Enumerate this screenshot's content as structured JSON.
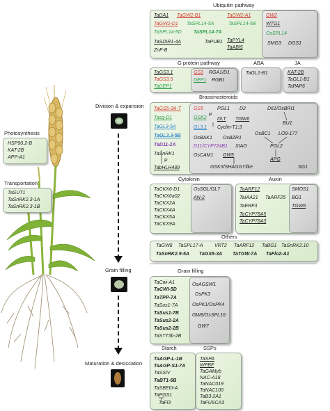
{
  "pathways": {
    "ubiquitin": "Ubiquitin pathway",
    "gprotein": "G protein pathway",
    "aba": "ABA",
    "ja": "JA",
    "brassinosteroids": "Brassinosteroids",
    "cytokinin": "Cytokinin",
    "auxin": "Auxin",
    "others": "Others",
    "grain_filling": "Grain filling",
    "starch": "Starch",
    "ssps": "SSPs"
  },
  "left": {
    "photosynthesis_title": "Photosynthesis",
    "photosynthesis_genes": [
      "HSP90.2-B",
      "KAT-2B",
      "APP-A1"
    ],
    "transportation_title": "Transportation",
    "transportation_genes": [
      "TaSUT1",
      "TaSnRK2.3-1A",
      "TaSnRK2.3-1B"
    ]
  },
  "stages": {
    "division": "Division & expansion",
    "grain_filling": "Grain filling",
    "maturation": "Maturation & desiccation"
  },
  "genes": {
    "ub": [
      "TaDA1",
      "TaGW2-B1",
      "TaGW2-A1",
      "TaGW2-D1",
      "TaSPL14-5A",
      "TaSPL14-5B",
      "TaSPL14-5D",
      "TaSPL14-7A",
      "TaSDIR1-4A",
      "TaPUB1",
      "TaPYL4",
      "TaABI5",
      "ZnF-B",
      "GW2",
      "WTG1",
      "OsSPL14",
      "SMG3",
      "DGS1"
    ],
    "gp": [
      "TaGS3.1",
      "TaGS3.5",
      "TaDEP1",
      "GS3",
      "RGA1/D1",
      "DEP1",
      "RGB1"
    ],
    "aba": [
      "TaGL1-B1"
    ],
    "ja": [
      "KAT-2B",
      "TaGL1-B1",
      "TaPAP6"
    ],
    "br": [
      "TaGS5-3A-T",
      "Tasg-D1",
      "TaGL3-5A",
      "TaGL3.3-5B",
      "TaD11-2A",
      "TaSnRK1",
      "TabHLH489",
      "P",
      "GS5",
      "PGL1",
      "D2",
      "D61/OsBRI1",
      "GSK2",
      "P",
      "DLT",
      "TGW6",
      "BU1",
      "GL3.1",
      "Cyclin-T1;3",
      "OsBAK1",
      "OsBZR1",
      "OsBC1",
      "LO9-177",
      "D11/CYP724B1",
      "XIAO",
      "PGL2",
      "OsCAM1",
      "GW5",
      "APG",
      "GSK3/SHAGGYlike",
      "SG1"
    ],
    "ck": [
      "TaCKX6-D1",
      "TaCKX6a02",
      "TaCKX2A",
      "TaCKX4A",
      "TaCKX5A",
      "TaCKX9A",
      "OsSGL/GL7",
      "AN-2"
    ],
    "aux": [
      "TaARF12",
      "TaIAA21",
      "TaARF25",
      "TaERF3",
      "TaCYP78A5",
      "TaCYP78A3",
      "SMOS1",
      "BG1",
      "TGW6"
    ],
    "others": [
      "TaGW8",
      "TaSPL17-A",
      "VRT2",
      "TaARF12",
      "TaBG1",
      "TaSnRK2.10",
      "TaSnRK2.9-5A",
      "TaGS5-3A",
      "TaTGW-7A",
      "TaFlo2-A1"
    ],
    "gf": [
      "TaCwi-A1",
      "TaCWI-5D",
      "TaTPP-7A",
      "TaSus1-7A",
      "TaSus1-7B",
      "TaSus2-2A",
      "TaSus2-2B",
      "TaSTT3b-2B",
      "OsAGSW1",
      "OsPK3",
      "OsPK1/OsPK4",
      "GW8/OsSPL16",
      "GW7"
    ],
    "starch": [
      "TaAGP-L-1B",
      "TaAGP-S1-7A",
      "TaSSIV",
      "TaBT1-6B",
      "TaSBEIII-A",
      "TaPGS1",
      "TaFl3"
    ],
    "ssp": [
      "TaSPA",
      "WPBF",
      "TaGAMyb",
      "NAC-A18",
      "TaNAC019",
      "TaNAC100",
      "TaB3-2A1",
      "TaFUSCA3"
    ]
  },
  "colors": {
    "red": "#d23a2e",
    "green": "#2e9e4a",
    "blue": "#2c86c9",
    "purple": "#8a3fb3",
    "box_green": "#d9ebcc",
    "box_grey": "#c9c9c9"
  }
}
